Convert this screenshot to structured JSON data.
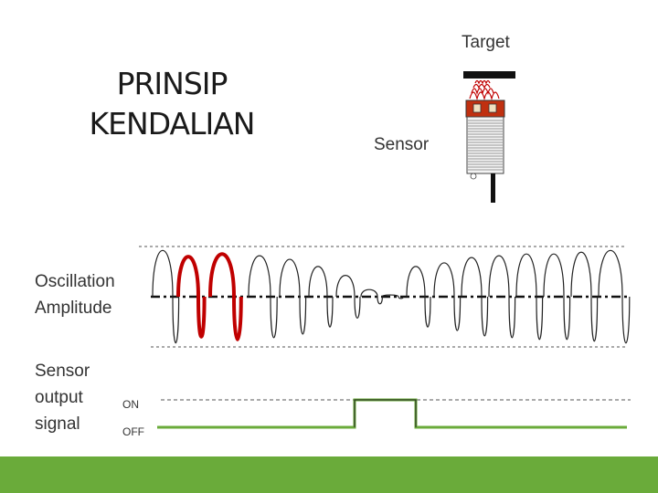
{
  "slide": {
    "title_lines": [
      "PRINSIP",
      "KENDALIAN"
    ],
    "target_label": "Target",
    "sensor_label": "Sensor",
    "oscillation_label_lines": [
      "Oscillation",
      "Amplitude"
    ],
    "output_label_lines": [
      "Sensor",
      "output",
      "signal"
    ],
    "on_label": "ON",
    "off_label": "OFF"
  },
  "colors": {
    "accent_green": "#6aab3a",
    "wave_red": "#c00000",
    "wave_dark": "#222222"
  }
}
